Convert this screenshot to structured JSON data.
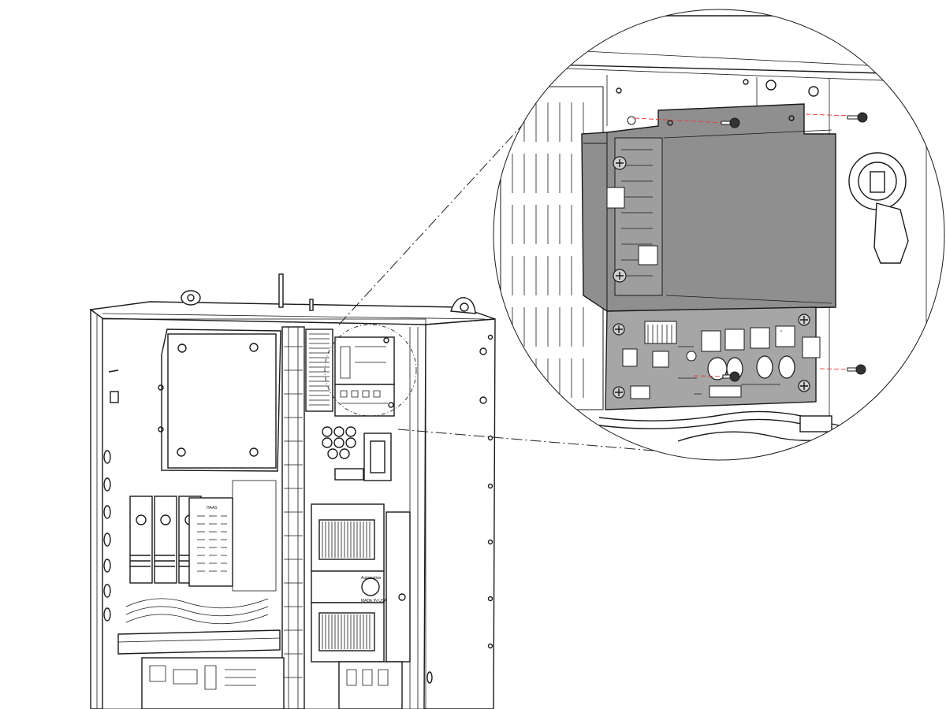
{
  "figure": {
    "labels": {
      "logo_text": "HAAS",
      "panel_caption_1": "Automation",
      "panel_caption_2": "MADE IN USA"
    },
    "colors": {
      "line": "#1a1a1a",
      "bracket_fill": "#8f8f8f",
      "board_fill": "#a6a6a6",
      "callout_dash": "#222222",
      "screw_path": "#e53935",
      "background": "#ffffff"
    },
    "icons": [
      "screw-icon",
      "fan-grille-icon",
      "terminal-block-icon",
      "relay-icon",
      "keyhole-icon"
    ]
  }
}
